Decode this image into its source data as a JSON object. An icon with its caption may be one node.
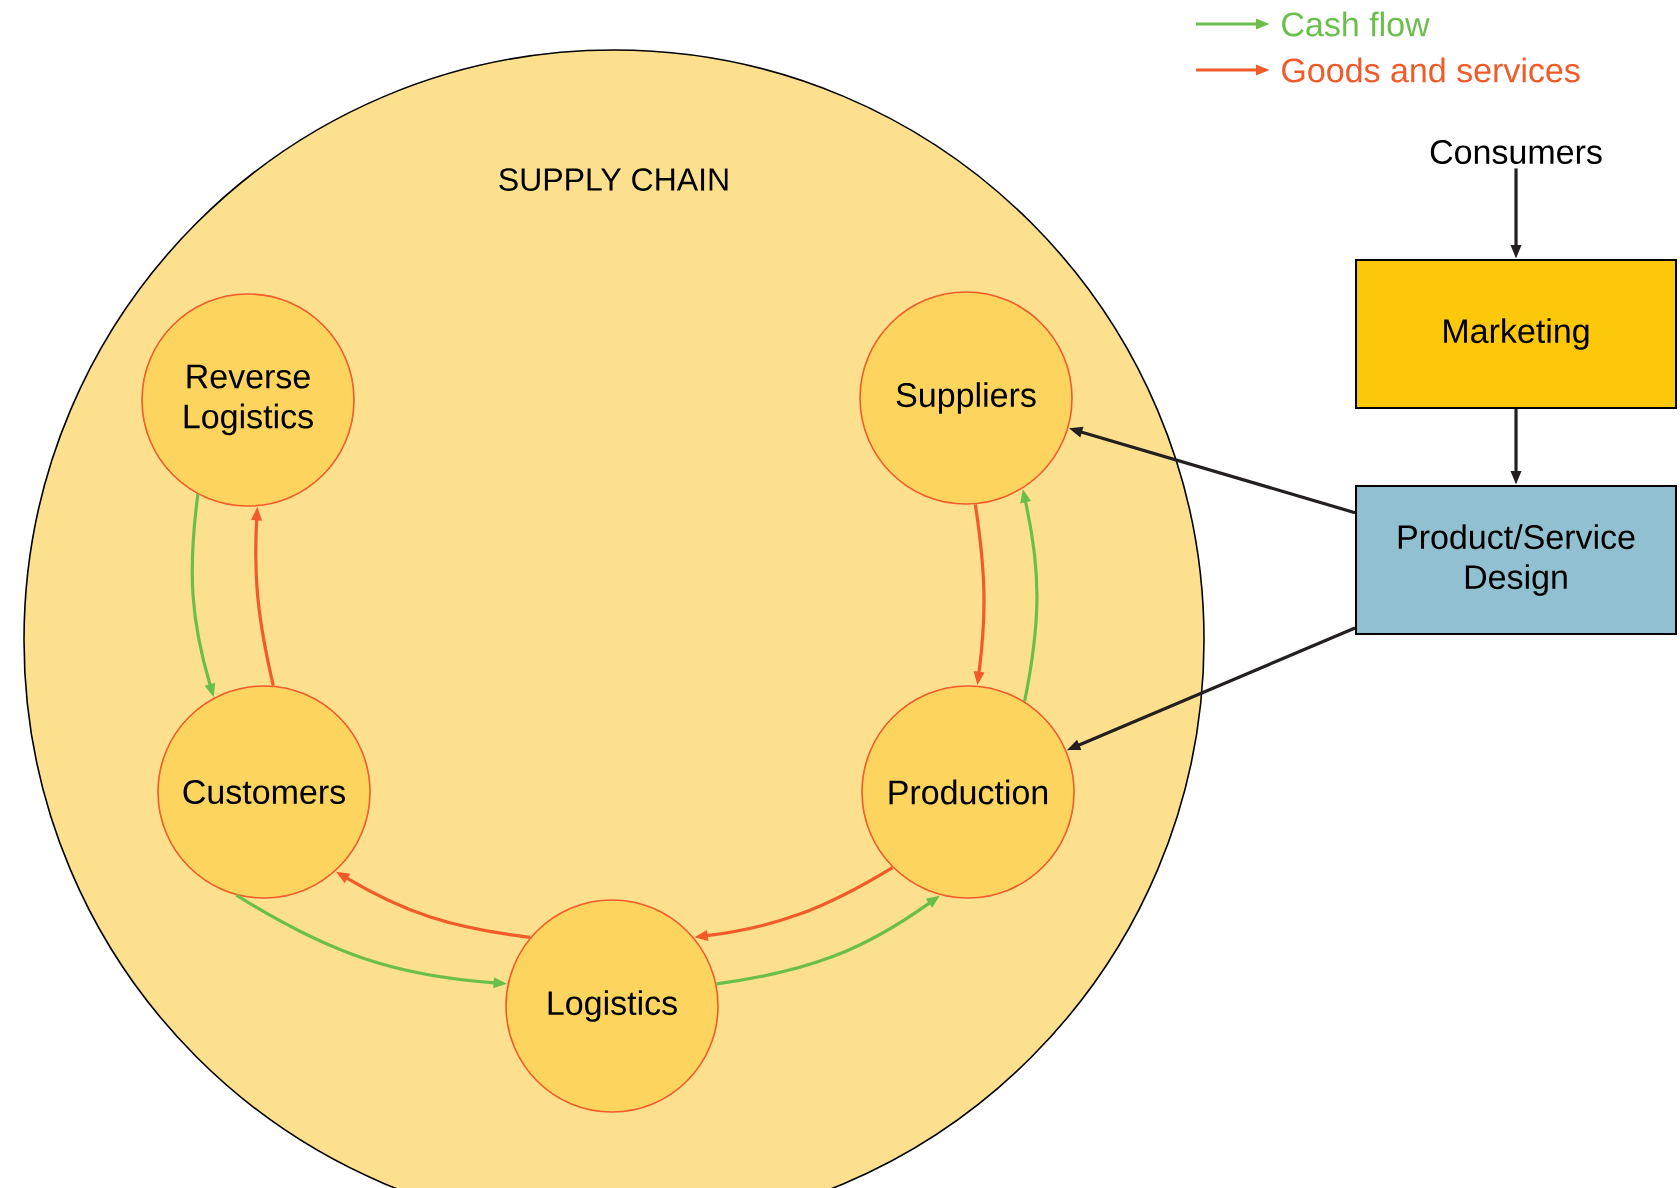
{
  "diagram": {
    "nodes": [
      {
        "text": [
          "SUPPLY CHAIN"
        ]
      },
      {
        "text": [
          "Reverse Logistics"
        ],
        "in": 0
      },
      {
        "text": [
          "Suppliers"
        ],
        "in": 0
      },
      {
        "text": [
          "Customers"
        ],
        "in": 0
      },
      {
        "text": [
          "Production"
        ],
        "in": 0
      },
      {
        "text": [
          "Logistics"
        ],
        "in": 0
      },
      {
        "text": [
          "Consumers"
        ]
      },
      {
        "text": [
          "Marketing"
        ]
      },
      {
        "text": [
          "Product/Service Design"
        ]
      }
    ],
    "edges": [
      {
        "from": 2,
        "to": 4,
        "arrow": "to",
        "color": "#f15a29"
      },
      {
        "from": 4,
        "to": 2,
        "arrow": "to",
        "color": "#6abf4b"
      },
      {
        "from": 4,
        "to": 5,
        "arrow": "to",
        "color": "#f15a29"
      },
      {
        "from": 5,
        "to": 4,
        "arrow": "to",
        "color": "#6abf4b"
      },
      {
        "from": 5,
        "to": 3,
        "arrow": "to",
        "color": "#f15a29"
      },
      {
        "from": 3,
        "to": 5,
        "arrow": "to",
        "color": "#6abf4b"
      },
      {
        "from": 3,
        "to": 1,
        "arrow": "to",
        "color": "#f15a29"
      },
      {
        "from": 1,
        "to": 3,
        "arrow": "to",
        "color": "#6abf4b"
      },
      {
        "from": 6,
        "to": 7,
        "arrow": "to",
        "color": "#231f20"
      },
      {
        "from": 7,
        "to": 8,
        "arrow": "to",
        "color": "#231f20"
      },
      {
        "from": 8,
        "to": 2,
        "arrow": "to",
        "color": "#231f20"
      },
      {
        "from": 8,
        "to": 4,
        "arrow": "to",
        "color": "#231f20"
      }
    ],
    "legend": [
      {
        "text": "Cash flow",
        "color": "#6abf4b"
      },
      {
        "text": "Goods and services",
        "color": "#f15a29"
      }
    ]
  }
}
